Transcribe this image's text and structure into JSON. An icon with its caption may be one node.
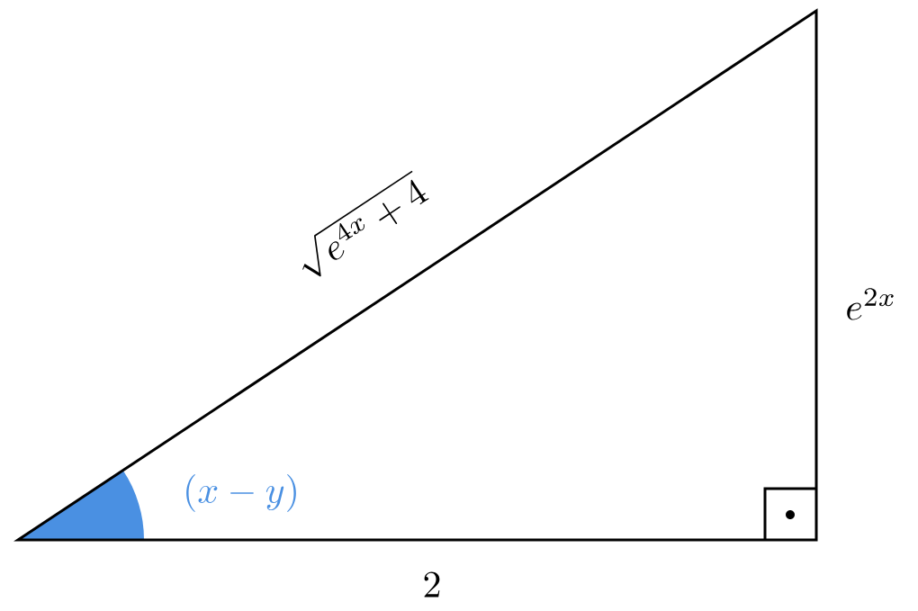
{
  "diagram": {
    "labels": [
      "\\sqrt{e^{4x} + 4}",
      "e^{2x}",
      "(x-y)",
      "2"
    ]
  }
}
